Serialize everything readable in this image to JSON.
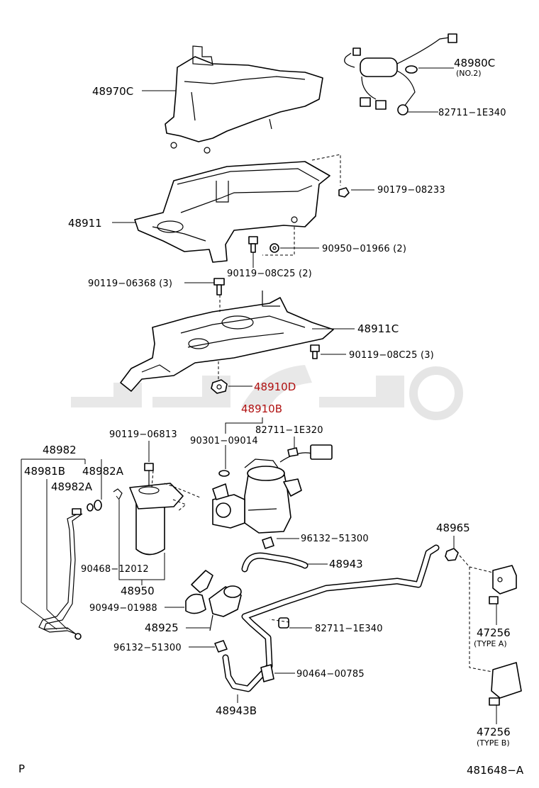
{
  "labels": {
    "p48970C": "48970C",
    "p48980C": "48980C",
    "p48980C_sub": "(NO.2)",
    "p82711_1E340_top": "82711−1E340",
    "p90179": "90179−08233",
    "p48911": "48911",
    "p90950": "90950−01966 (2)",
    "p90119_08C25_a": "90119−08C25 (2)",
    "p90119_06368": "90119−06368 (3)",
    "p48911C": "48911C",
    "p90119_08C25_b": "90119−08C25 (3)",
    "p48910D": "48910D",
    "p48910B": "48910B",
    "p82711_1E320": "82711−1E320",
    "p90301": "90301−09014",
    "p90119_06813": "90119−06813",
    "p48982": "48982",
    "p48981B": "48981B",
    "p48982A_a": "48982A",
    "p48982A_b": "48982A",
    "p96132_a": "96132−51300",
    "p48943": "48943",
    "p48965": "48965",
    "p90468": "90468−12012",
    "p48950": "48950",
    "p90949": "90949−01988",
    "p82711_1E340_bot": "82711−1E340",
    "p48925": "48925",
    "p96132_b": "96132−51300",
    "p90464": "90464−00785",
    "p48943B": "48943B",
    "p47256_a": "47256",
    "p47256_a_sub": "(TYPE A)",
    "p47256_b": "47256",
    "p47256_b_sub": "(TYPE B)",
    "footer_left": "P",
    "footer_right": "481648−A"
  }
}
